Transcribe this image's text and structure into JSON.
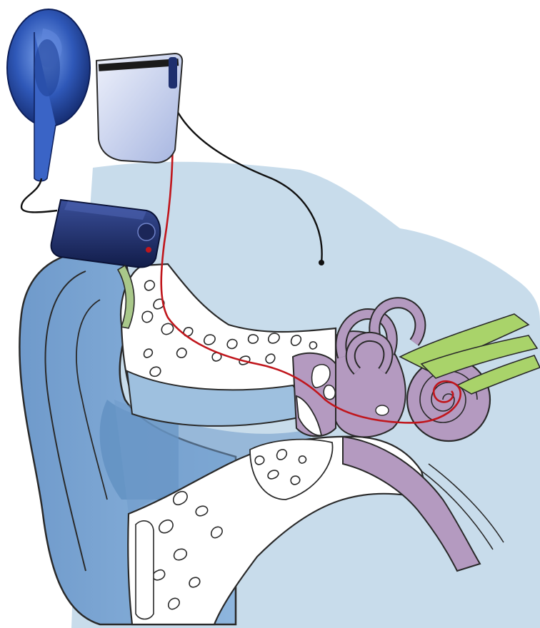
{
  "diagram": {
    "subject": "cochlear-implant-ear-cross-section",
    "labels": [],
    "components": [
      {
        "name": "headpiece-coil",
        "icon": "transmitter-coil-icon"
      },
      {
        "name": "sound-processor",
        "icon": "processor-icon"
      },
      {
        "name": "receiver-stimulator",
        "icon": "implant-receiver-icon"
      },
      {
        "name": "electrode-array",
        "icon": "electrode-lead-icon"
      },
      {
        "name": "reference-electrode",
        "icon": "ground-lead-icon"
      },
      {
        "name": "outer-ear",
        "icon": "pinna-icon"
      },
      {
        "name": "ear-canal",
        "icon": "canal-icon"
      },
      {
        "name": "middle-ear-ossicles",
        "icon": "ossicles-icon"
      },
      {
        "name": "semicircular-canals",
        "icon": "vestibular-icon"
      },
      {
        "name": "cochlea",
        "icon": "cochlea-icon"
      },
      {
        "name": "auditory-nerve",
        "icon": "nerve-icon"
      },
      {
        "name": "eustachian-tube",
        "icon": "tube-icon"
      },
      {
        "name": "mastoid-bone",
        "icon": "bone-icon"
      }
    ],
    "colors": {
      "background": "#ffffff",
      "head_area": "#c8dceb",
      "ear_skin": "#7ea8d3",
      "ear_shadow": "#5f8fc0",
      "bone": "#ffffff",
      "bone_outline": "#2a2a2a",
      "inner_ear": "#b49ac0",
      "nerve": "#a9d36a",
      "electrode": "#c0161c",
      "device_dark": "#1e2f6e",
      "device_light": "#c9d3ee",
      "coil_blue": "#2f58b8"
    }
  }
}
